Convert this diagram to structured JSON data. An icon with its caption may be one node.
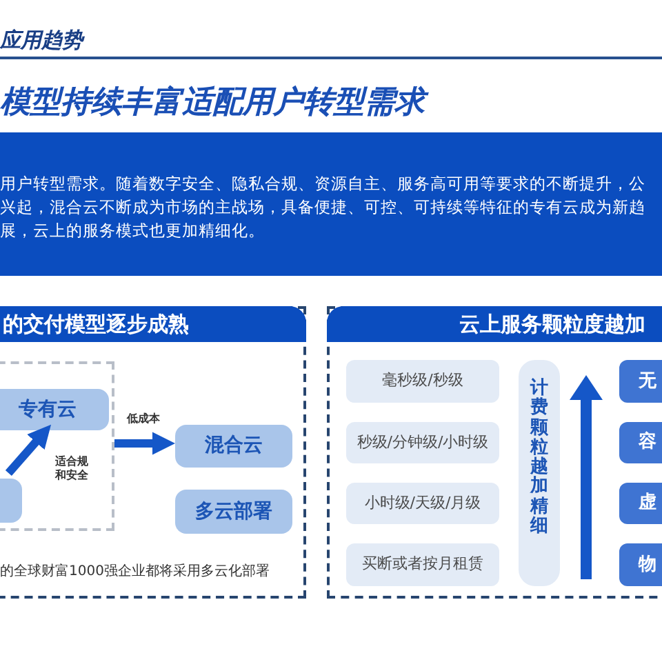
{
  "diagram": {
    "title": "模型持续丰富适配用户转型需求",
    "nodes": [
      {
        "text": [
          "用户转型需求。随着数字安全、隐私合规、资源自主、服务高可用等要求的不断提升，公",
          "兴起，混合云不断成为市场的主战场，具备便捷、可控、可持续等特征的专有云成为新趋",
          "展，云上的服务模式也更加精细化。"
        ]
      },
      {
        "text": [
          "的交付模型逐步成熟"
        ]
      },
      {
        "text": [],
        "shape": "box",
        "in": 1
      },
      {
        "text": [
          "专有云"
        ],
        "in": 2
      },
      {
        "text": [],
        "shape": "box",
        "in": 2
      },
      {
        "text": [
          "混合云"
        ],
        "in": 1
      },
      {
        "text": [
          "多云部署"
        ],
        "in": 1
      },
      {
        "text": [
          "云上服务颗粒度越加"
        ]
      },
      {
        "text": [
          "毫秒级/秒级"
        ],
        "in": 7
      },
      {
        "text": [
          "秒级/分钟级/小时级"
        ],
        "in": 7
      },
      {
        "text": [
          "小时级/天级/月级"
        ],
        "in": 7
      },
      {
        "text": [
          "买断或者按月租赁"
        ],
        "in": 7
      },
      {
        "text": [
          "计费颗粒越加精细"
        ],
        "in": 7
      },
      {
        "text": [
          "无"
        ],
        "in": 7
      },
      {
        "text": [
          "容"
        ],
        "in": 7
      },
      {
        "text": [
          "虚"
        ],
        "in": 7
      },
      {
        "text": [
          "物"
        ],
        "in": 7
      }
    ],
    "edges": [
      {
        "from": 4,
        "to": 3,
        "arrow": "to",
        "label": "适合规和安全"
      },
      {
        "from": 2,
        "to": 5,
        "arrow": "to",
        "label": "低成本"
      }
    ],
    "labels": [
      "应用趋势",
      "的全球财富1000强企业都将采用多云化部署"
    ]
  }
}
